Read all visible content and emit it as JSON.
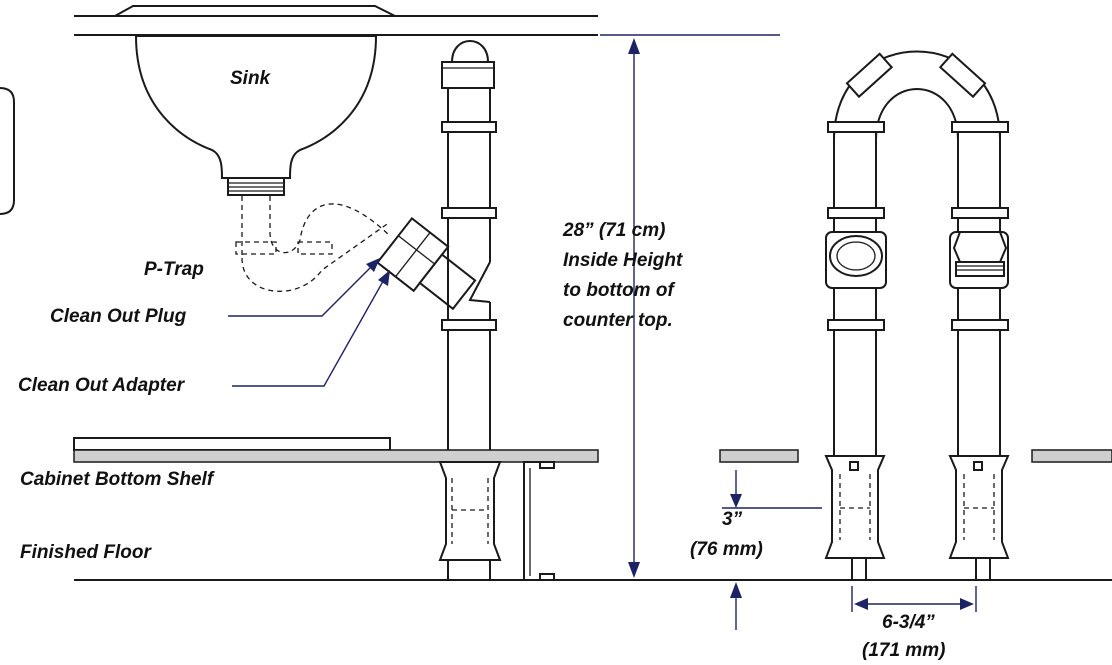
{
  "labels": {
    "sink": "Sink",
    "p_trap": "P-Trap",
    "clean_out_plug": "Clean Out Plug",
    "clean_out_adapter": "Clean Out Adapter",
    "cabinet_bottom_shelf": "Cabinet Bottom Shelf",
    "finished_floor": "Finished Floor"
  },
  "dimensions": {
    "inside_height": {
      "line1": "28” (71 cm)",
      "line2": "Inside Height",
      "line3": "to bottom of",
      "line4": "counter top."
    },
    "floor_offset": {
      "line1": "3”",
      "line2": "(76 mm)"
    },
    "pipe_spacing": {
      "line1": "6-3/4”",
      "line2": "(171 mm)"
    }
  },
  "colors": {
    "dimension_line": "#1c2366",
    "outline": "#1a1a1a",
    "shelf_fill": "#cfcfcf"
  }
}
